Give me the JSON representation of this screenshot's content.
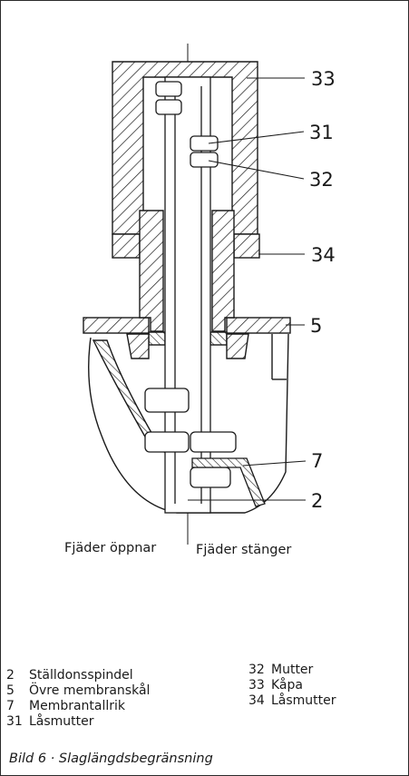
{
  "callouts": {
    "c33": "33",
    "c31": "31",
    "c32": "32",
    "c34": "34",
    "c5": "5",
    "c7": "7",
    "c2": "2"
  },
  "sides": {
    "left": "Fjäder öppnar",
    "right": "Fjäder stänger"
  },
  "legend": {
    "left": [
      {
        "num": "2",
        "text": "Ställdonsspindel"
      },
      {
        "num": "5",
        "text": "Övre membranskål"
      },
      {
        "num": "7",
        "text": "Membrantallrik"
      },
      {
        "num": "31",
        "text": "Låsmutter"
      }
    ],
    "right": [
      {
        "num": "32",
        "text": "Mutter"
      },
      {
        "num": "33",
        "text": "Kåpa"
      },
      {
        "num": "34",
        "text": "Låsmutter"
      }
    ]
  },
  "caption": "Bild 6 · Slaglängdsbegränsning"
}
